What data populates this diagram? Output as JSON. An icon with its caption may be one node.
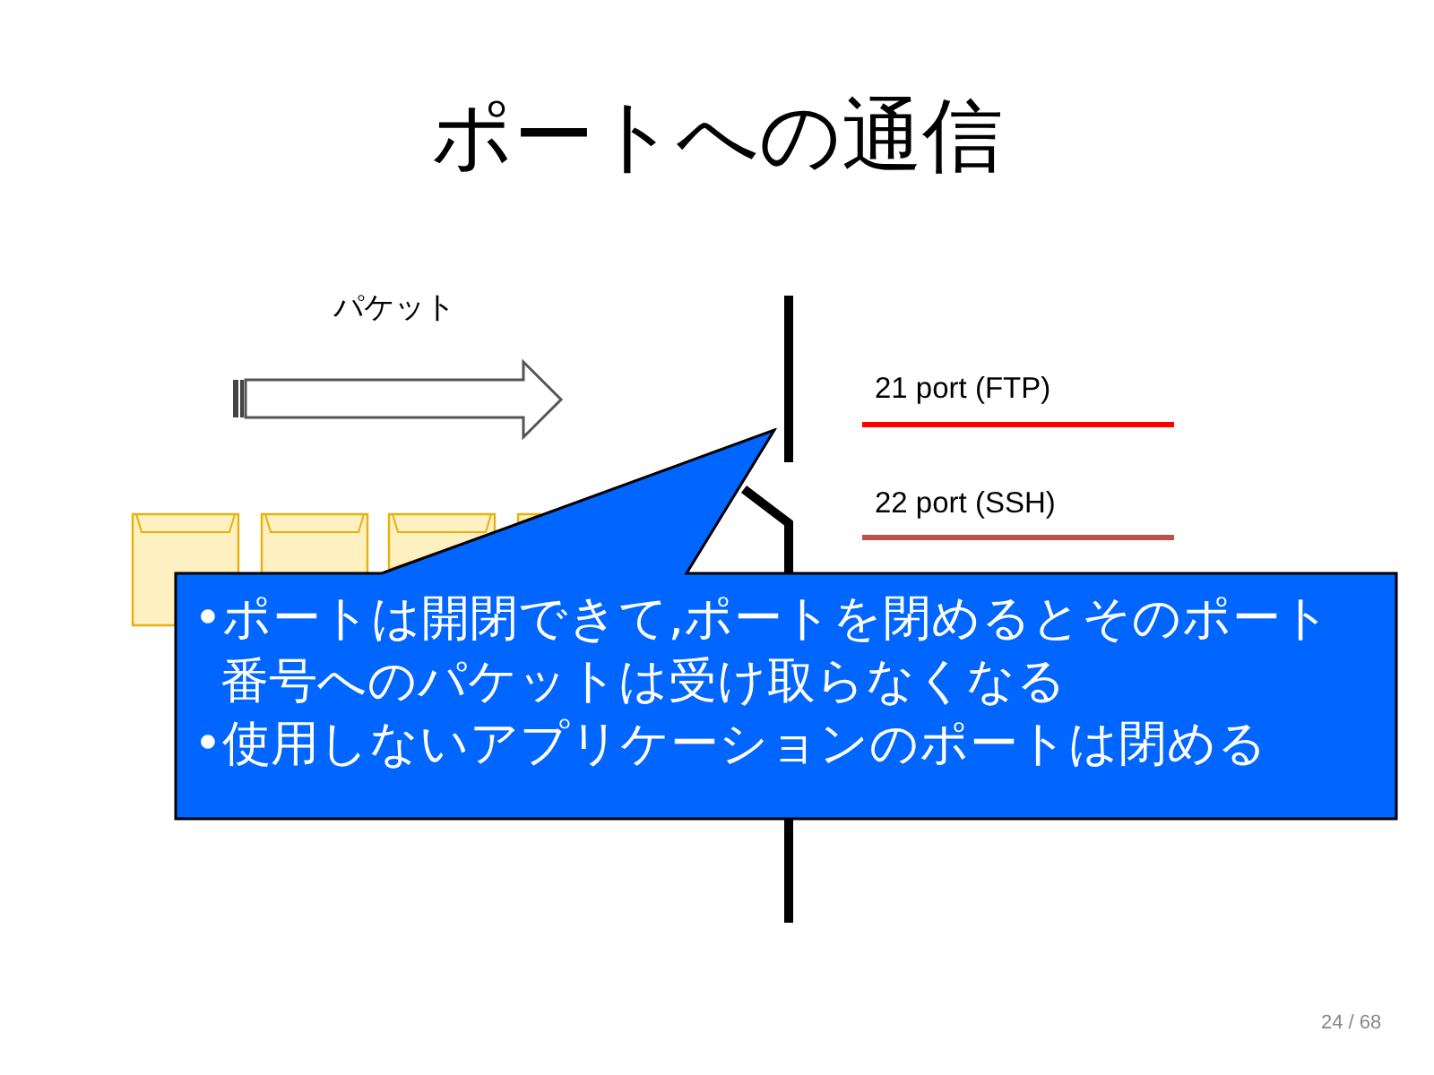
{
  "diagram": {
    "title": "ポートへの通信",
    "nodes": [
      {
        "text": [
          "•ポートは開閉できて,ポートを閉めるとそのポート番号へのパケットは受け取らなくなる",
          "•使用しないアプリケーションのポートは閉める"
        ]
      }
    ],
    "labels": [
      "パケット",
      "21 port (FTP)",
      "22 port (SSH)",
      "24 / 68"
    ]
  }
}
